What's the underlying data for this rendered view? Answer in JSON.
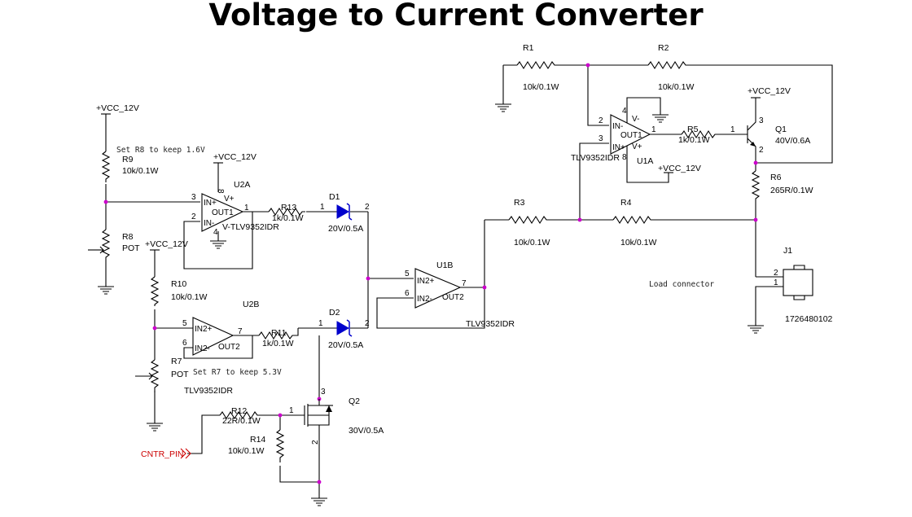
{
  "title": "Voltage to Current Converter",
  "notes": {
    "r8": "Set R8 to keep 1.6V",
    "r7": "Set R7 to keep 5.3V",
    "load": "Load connector"
  },
  "power": {
    "vcc": "+VCC_12V"
  },
  "resistors": {
    "r1": {
      "ref": "R1",
      "val": "10k/0.1W"
    },
    "r2": {
      "ref": "R2",
      "val": "10k/0.1W"
    },
    "r3": {
      "ref": "R3",
      "val": "10k/0.1W"
    },
    "r4": {
      "ref": "R4",
      "val": "10k/0.1W"
    },
    "r5": {
      "ref": "R5",
      "val": "1k/0.1W"
    },
    "r6": {
      "ref": "R6",
      "val": "265R/0.1W"
    },
    "r9": {
      "ref": "R9",
      "val": "10k/0.1W"
    },
    "r10": {
      "ref": "R10",
      "val": "10k/0.1W"
    },
    "r11": {
      "ref": "R11",
      "val": "1k/0.1W"
    },
    "r12": {
      "ref": "R12",
      "val": "22R/0.1W"
    },
    "r13": {
      "ref": "R13",
      "val": "1k/0.1W"
    },
    "r14": {
      "ref": "R14",
      "val": "10k/0.1W"
    }
  },
  "pots": {
    "r8": {
      "ref": "R8",
      "val": "POT"
    },
    "r7": {
      "ref": "R7",
      "val": "POT"
    }
  },
  "diodes": {
    "d1": {
      "ref": "D1",
      "val": "20V/0.5A"
    },
    "d2": {
      "ref": "D2",
      "val": "20V/0.5A"
    }
  },
  "transistors": {
    "q1": {
      "ref": "Q1",
      "val": "40V/0.6A"
    },
    "q2": {
      "ref": "Q2",
      "val": "30V/0.5A"
    }
  },
  "opamps": {
    "u2a": {
      "ref": "U2A",
      "part": "V-TLV9352IDR",
      "in_p": "IN+",
      "in_n": "IN-",
      "out": "OUT1",
      "vp": "V+"
    },
    "u2b": {
      "ref": "U2B",
      "part": "TLV9352IDR",
      "in_p": "IN2+",
      "in_n": "IN2-",
      "out": "OUT2"
    },
    "u1b": {
      "ref": "U1B",
      "part": "TLV9352IDR",
      "in_p": "IN2+",
      "in_n": "IN2-",
      "out": "OUT2"
    },
    "u1a": {
      "ref": "U1A",
      "part": "TLV9352IDR",
      "in_n": "IN-",
      "in_p": "IN+",
      "out": "OUT1",
      "vn": "V-",
      "vp": "V+"
    }
  },
  "connector": {
    "ref": "J1",
    "part": "1726480102"
  },
  "net": {
    "cntr": "CNTR_PIN"
  },
  "pins": {
    "p1": "1",
    "p2": "2",
    "p3": "3",
    "p4": "4",
    "p5": "5",
    "p6": "6",
    "p7": "7",
    "p8": "8"
  }
}
